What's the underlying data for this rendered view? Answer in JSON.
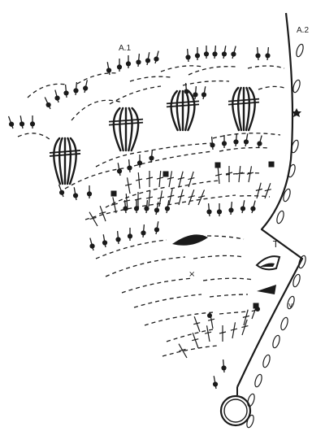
{
  "diagram": {
    "labels": {
      "section_a1": "A.1",
      "section_a2": "A.2"
    },
    "colors": {
      "ink": "#1a1a1a",
      "background": "#ffffff"
    },
    "symbols": [
      "chain-oval",
      "double-crochet-stitch",
      "treble-crochet-cluster",
      "picot-dot",
      "slip-stitch-square",
      "magic-ring",
      "star-stitch",
      "leaf-wedge"
    ]
  }
}
